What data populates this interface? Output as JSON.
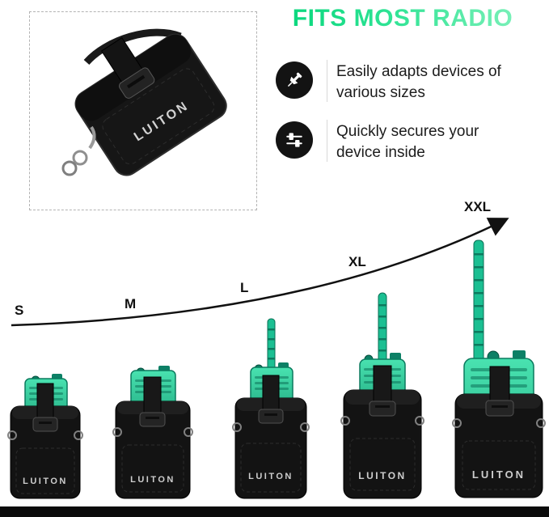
{
  "title": "FITS MOST RADIO",
  "brand": "LUITON",
  "features": [
    {
      "icon": "pushpin-icon",
      "line1": "Easily adapts devices of",
      "line2": "various sizes"
    },
    {
      "icon": "sliders-icon",
      "line1": "Quickly secures your",
      "line2": "device inside"
    }
  ],
  "sizes": [
    "S",
    "M",
    "L",
    "XL",
    "XXL"
  ],
  "colors": {
    "title_green_start": "#00d477",
    "title_green_end": "#8af3c0",
    "radio_green": "#2fd0a0",
    "antenna_green": "#1bbf92",
    "pouch_black": "#131313"
  }
}
